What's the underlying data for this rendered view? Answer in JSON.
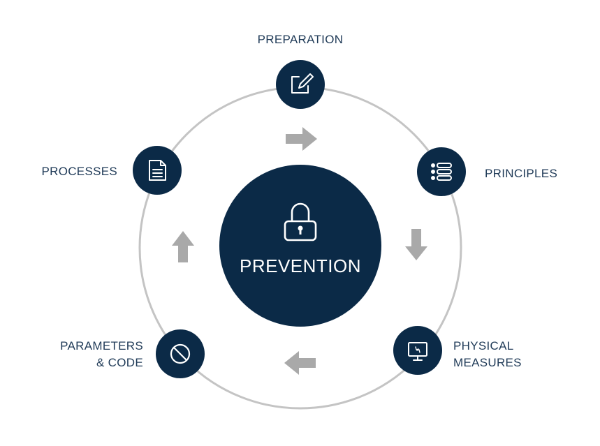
{
  "center": {
    "label": "PREVENTION",
    "icon": "padlock-icon"
  },
  "nodes": {
    "preparation": {
      "label": "PREPARATION",
      "icon": "edit-icon"
    },
    "principles": {
      "label": "PRINCIPLES",
      "icon": "list-icon"
    },
    "physical_measures": {
      "line1": "PHYSICAL",
      "line2": "MEASURES",
      "icon": "monitor-icon"
    },
    "parameters_code": {
      "line1": "PARAMETERS",
      "line2": "& CODE",
      "icon": "prohibited-icon"
    },
    "processes": {
      "label": "PROCESSES",
      "icon": "document-icon"
    }
  },
  "colors": {
    "navy": "#0b2a47",
    "ring": "#c4c4c4",
    "arrow": "#a9a9a9",
    "label_text": "#1f3a57",
    "background": "#ffffff"
  }
}
